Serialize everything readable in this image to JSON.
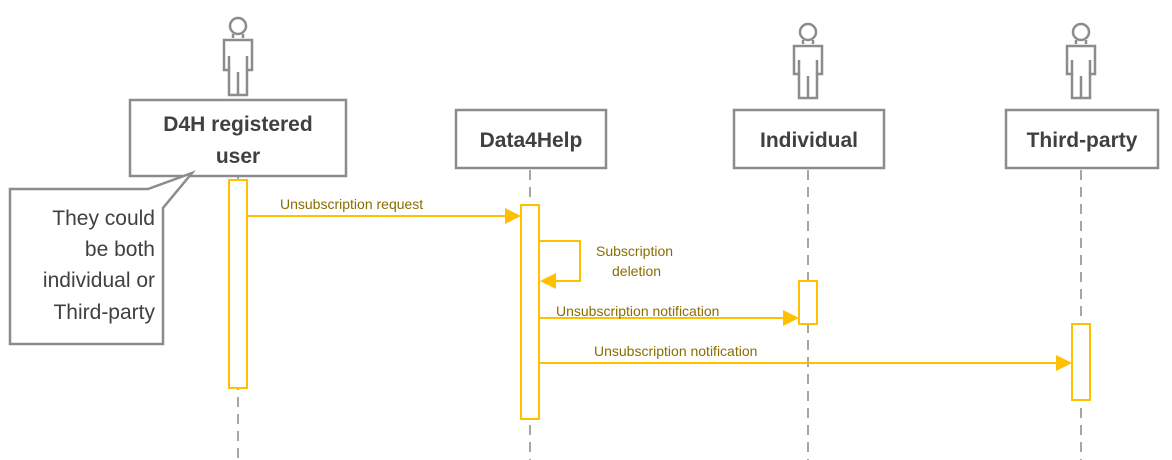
{
  "participants": [
    {
      "id": "user",
      "label_lines": [
        "D4H registered",
        "user"
      ]
    },
    {
      "id": "data4help",
      "label_lines": [
        "Data4Help"
      ]
    },
    {
      "id": "individual",
      "label_lines": [
        "Individual"
      ]
    },
    {
      "id": "third_party",
      "label_lines": [
        "Third-party"
      ]
    }
  ],
  "note": {
    "lines": [
      "They could",
      "be both",
      "individual or",
      "Third-party"
    ]
  },
  "messages": [
    {
      "from": "user",
      "to": "data4help",
      "label_lines": [
        "Unsubscription request"
      ]
    },
    {
      "from": "data4help",
      "to": "data4help",
      "label_lines": [
        "Subscription",
        "deletion"
      ]
    },
    {
      "from": "data4help",
      "to": "individual",
      "label_lines": [
        "Unsubscription notification"
      ]
    },
    {
      "from": "data4help",
      "to": "third_party",
      "label_lines": [
        "Unsubscription notification"
      ]
    }
  ],
  "colors": {
    "message": "#ffc000",
    "message_text": "#8a6d00",
    "outline": "#8c8c8c",
    "lifeline": "#a6a6a6"
  }
}
